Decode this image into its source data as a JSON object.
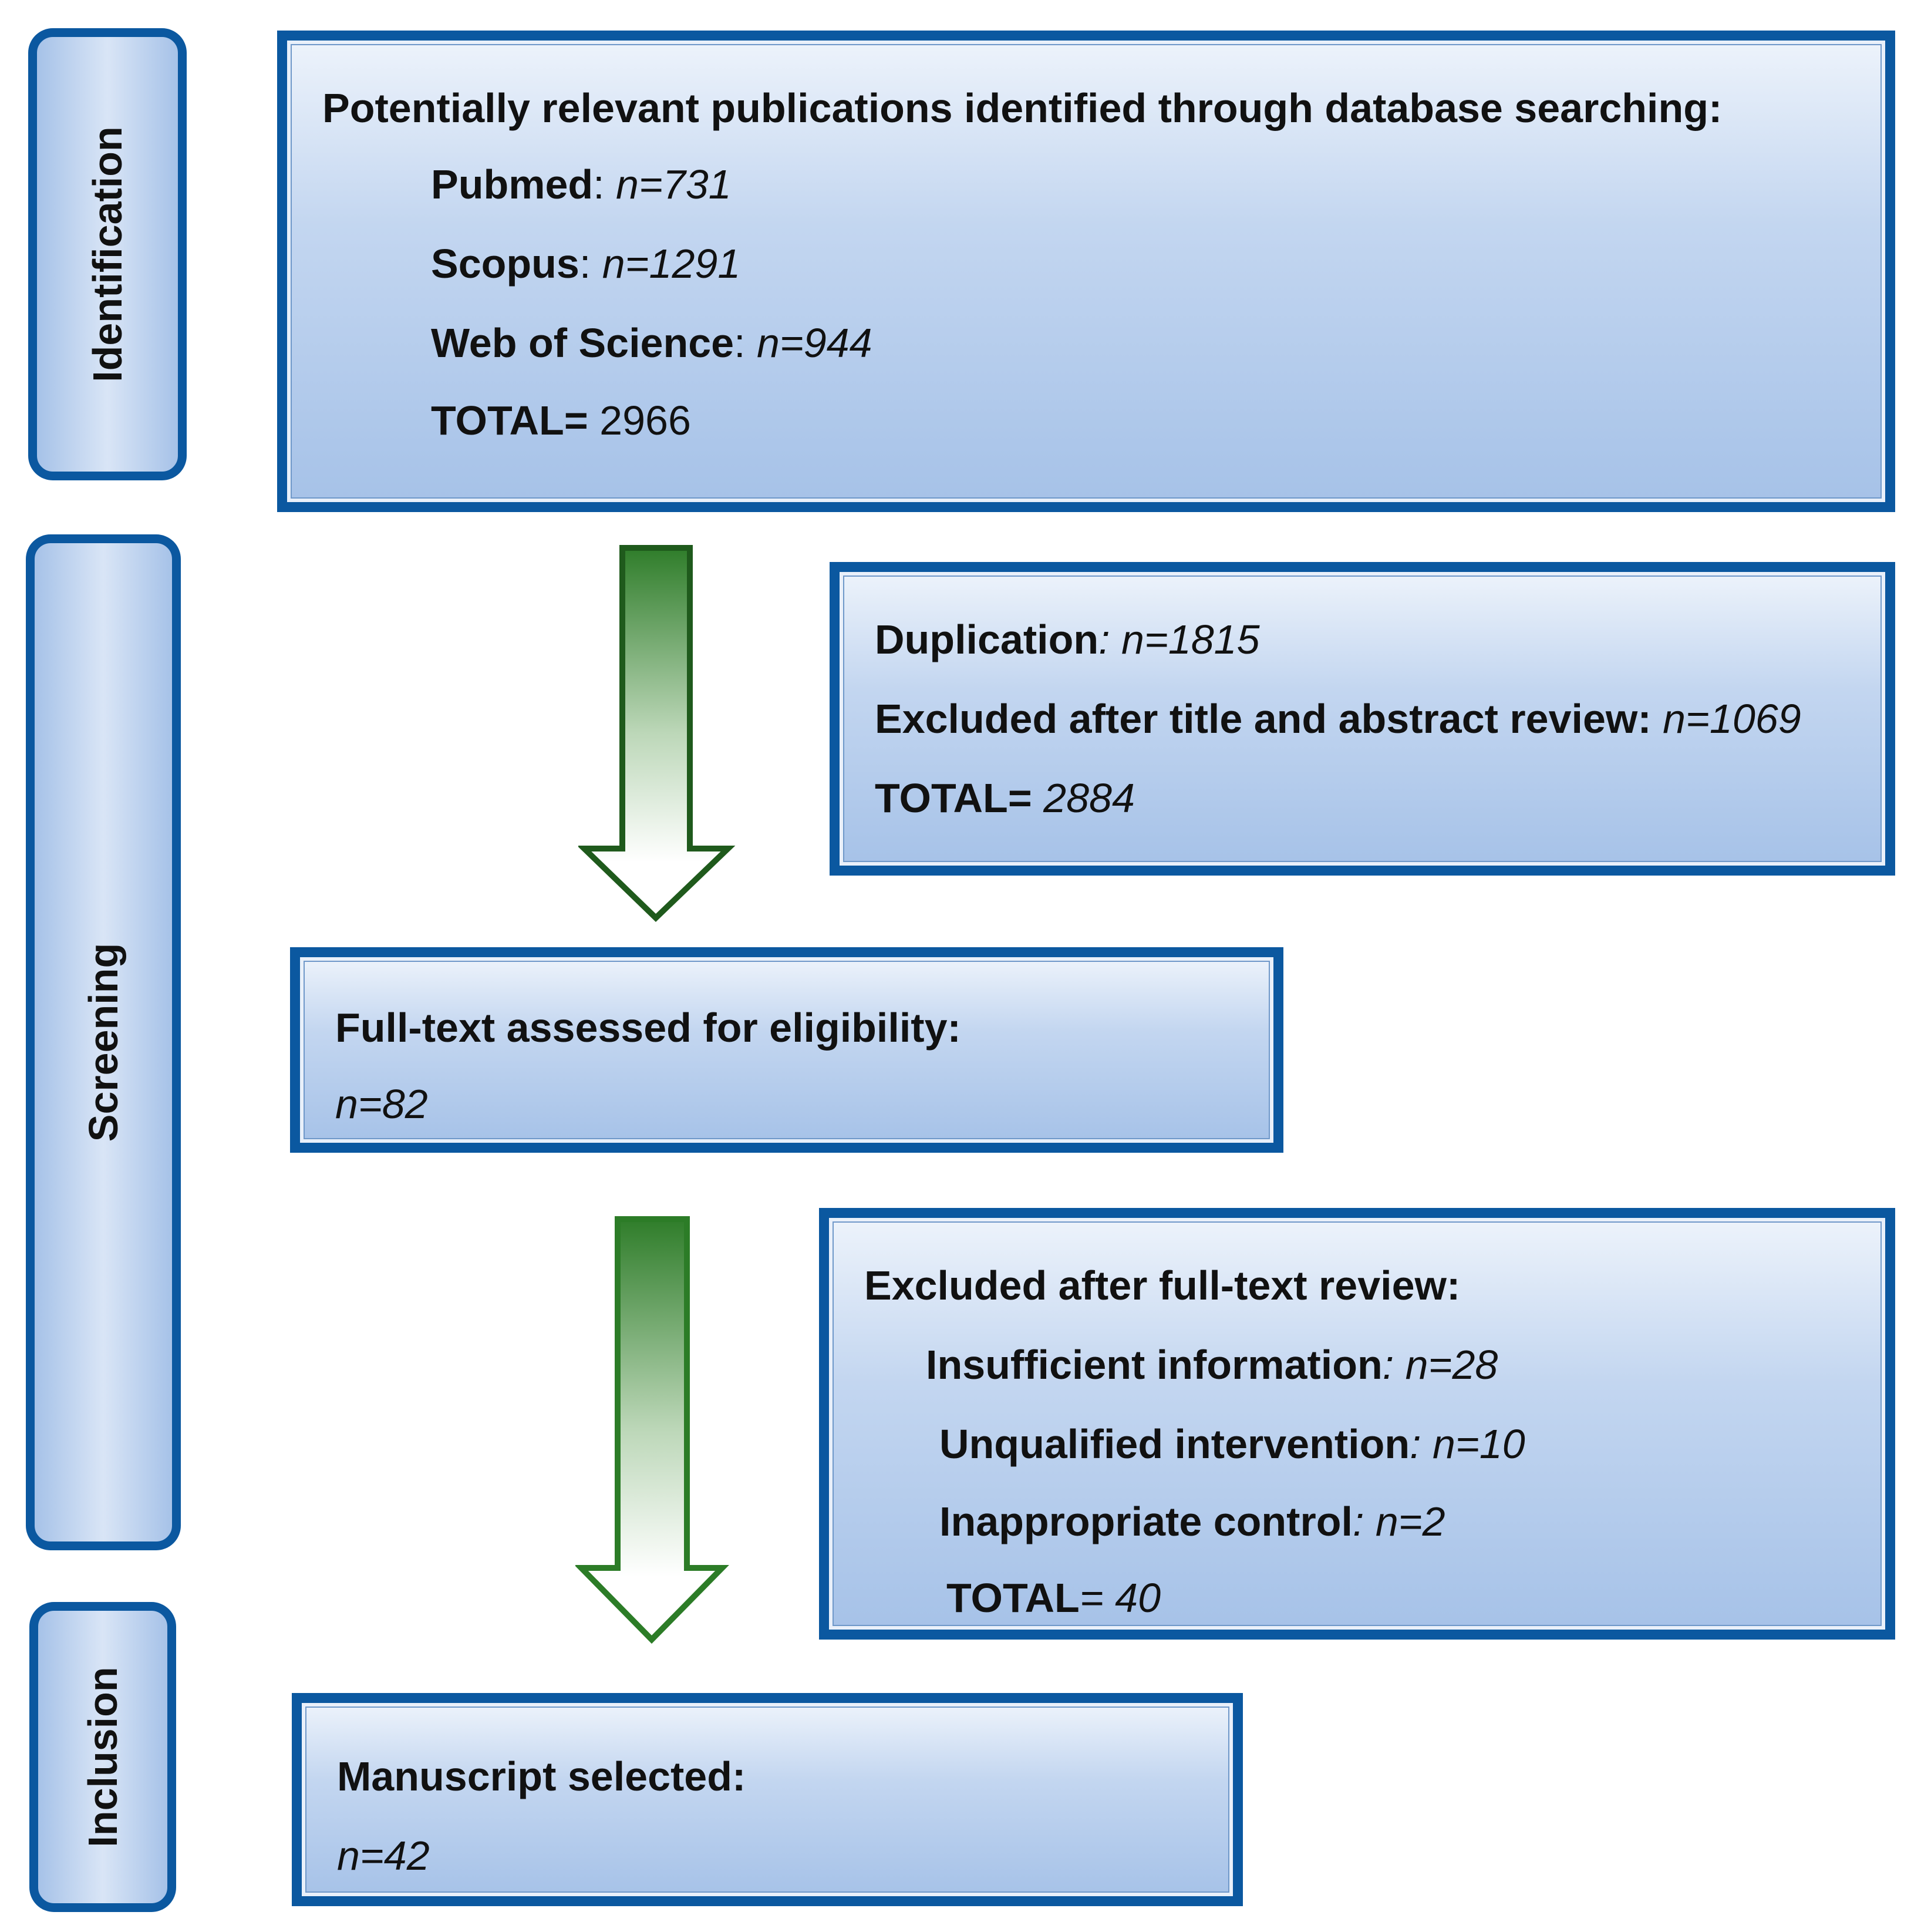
{
  "stages": {
    "identification": "Identification",
    "screening": "Screening",
    "inclusion": "Inclusion"
  },
  "identification_box": {
    "heading": "Potentially relevant publications identified through database searching:",
    "items": [
      {
        "label": "Pubmed",
        "sep": ": ",
        "value": "n=731"
      },
      {
        "label": "Scopus",
        "sep": ": ",
        "value": "n=1291"
      },
      {
        "label": "Web of Science",
        "sep": ": ",
        "value": "n=944"
      }
    ],
    "total_label": "TOTAL=",
    "total_value": " 2966"
  },
  "exclusion_box_1": {
    "items": [
      {
        "label": "Duplication",
        "sep": ": ",
        "value": "n=1815"
      },
      {
        "label": "Excluded after title and abstract review",
        "sep": ": ",
        "value": "n=1069"
      }
    ],
    "total_label": "TOTAL=",
    "total_value": " 2884"
  },
  "fulltext_box": {
    "heading": "Full-text assessed for eligibility:",
    "value": "n=82"
  },
  "exclusion_box_2": {
    "heading": "Excluded after full-text review:",
    "items": [
      {
        "label": "Insufficient information",
        "sep": ": ",
        "value": "n=28"
      },
      {
        "label": "Unqualified intervention",
        "sep": ": ",
        "value": "n=10"
      },
      {
        "label": "Inappropriate control",
        "sep": ": ",
        "value": "n=2"
      }
    ],
    "total_label": "TOTAL",
    "total_value": "= 40"
  },
  "included_box": {
    "heading": "Manuscript selected:",
    "value": "n=42"
  },
  "colors": {
    "border": "#0b58a0",
    "fill": "#a6c2e8",
    "arrow_top": "#2f7d2a",
    "arrow_outline": "#1f5a1c"
  }
}
